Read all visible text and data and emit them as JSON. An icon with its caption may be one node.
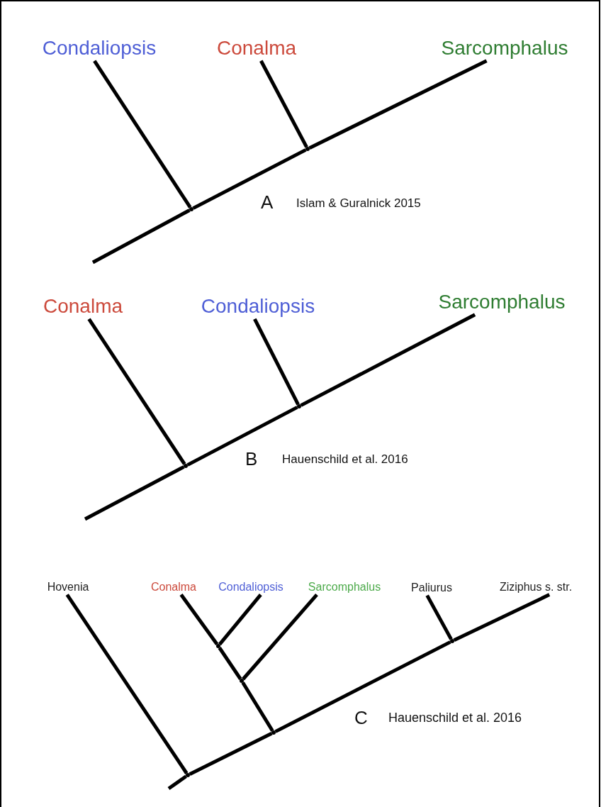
{
  "diagram": {
    "nodes": [
      {
        "text": [
          "Condaliopsis"
        ]
      },
      {
        "text": [
          "Conalma"
        ]
      },
      {
        "text": [
          "Sarcomphalus"
        ]
      },
      {
        "text": [],
        "shape": "point"
      },
      {
        "text": [],
        "shape": "point"
      },
      {
        "text": [
          "Conalma"
        ]
      },
      {
        "text": [
          "Condaliopsis"
        ]
      },
      {
        "text": [
          "Sarcomphalus"
        ]
      },
      {
        "text": [],
        "shape": "point"
      },
      {
        "text": [],
        "shape": "point"
      },
      {
        "text": [
          "Hovenia"
        ]
      },
      {
        "text": [
          "Conalma"
        ]
      },
      {
        "text": [
          "Condaliopsis"
        ]
      },
      {
        "text": [
          "Sarcomphalus"
        ]
      },
      {
        "text": [
          "Paliurus"
        ]
      },
      {
        "text": [
          "Ziziphus s. str."
        ]
      },
      {
        "text": [],
        "shape": "point"
      },
      {
        "text": [],
        "shape": "point"
      },
      {
        "text": [],
        "shape": "point"
      },
      {
        "text": [],
        "shape": "point"
      },
      {
        "text": [],
        "shape": "point"
      }
    ],
    "edges": [
      {
        "from": null,
        "to": 3,
        "arrow": "none"
      },
      {
        "from": 3,
        "to": 0,
        "arrow": "none"
      },
      {
        "from": 3,
        "to": 4,
        "arrow": "none"
      },
      {
        "from": 4,
        "to": 1,
        "arrow": "none"
      },
      {
        "from": 4,
        "to": 2,
        "arrow": "none"
      },
      {
        "from": null,
        "to": 8,
        "arrow": "none"
      },
      {
        "from": 8,
        "to": 5,
        "arrow": "none"
      },
      {
        "from": 8,
        "to": 9,
        "arrow": "none"
      },
      {
        "from": 9,
        "to": 6,
        "arrow": "none"
      },
      {
        "from": 9,
        "to": 7,
        "arrow": "none"
      },
      {
        "from": null,
        "to": 16,
        "arrow": "none"
      },
      {
        "from": 16,
        "to": 10,
        "arrow": "none"
      },
      {
        "from": 16,
        "to": 17,
        "arrow": "none"
      },
      {
        "from": 17,
        "to": 18,
        "arrow": "none"
      },
      {
        "from": 18,
        "to": 13,
        "arrow": "none"
      },
      {
        "from": 18,
        "to": 19,
        "arrow": "none"
      },
      {
        "from": 19,
        "to": 12,
        "arrow": "none"
      },
      {
        "from": 19,
        "to": 11,
        "arrow": "none"
      },
      {
        "from": 17,
        "to": 20,
        "arrow": "none"
      },
      {
        "from": 20,
        "to": 14,
        "arrow": "none"
      },
      {
        "from": 20,
        "to": 15,
        "arrow": "none"
      }
    ],
    "labels": [
      "A",
      "Islam & Guralnick 2015",
      "B",
      "Hauenschild et al. 2016",
      "C",
      "Hauenschild et al. 2016"
    ]
  }
}
